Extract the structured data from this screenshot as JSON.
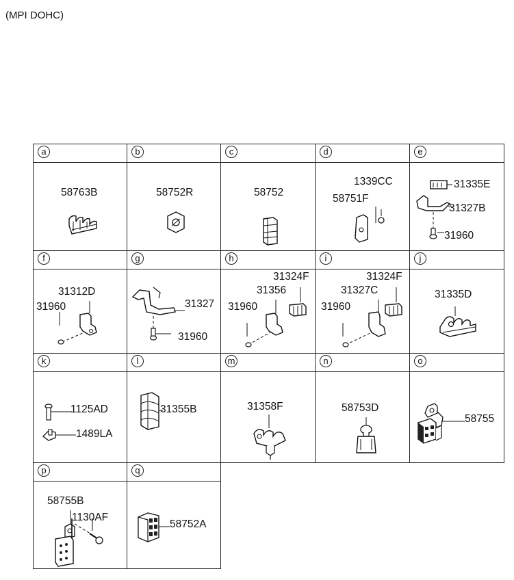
{
  "header": "(MPI DOHC)",
  "cells": [
    {
      "letter": "a",
      "parts": [
        "58763B"
      ]
    },
    {
      "letter": "b",
      "parts": [
        "58752R"
      ]
    },
    {
      "letter": "c",
      "parts": [
        "58752"
      ]
    },
    {
      "letter": "d",
      "parts": [
        "1339CC",
        "58751F"
      ]
    },
    {
      "letter": "e",
      "parts": [
        "31335E",
        "31327B",
        "31960"
      ]
    },
    {
      "letter": "f",
      "parts": [
        "31312D",
        "31960"
      ]
    },
    {
      "letter": "g",
      "parts": [
        "31327",
        "31960"
      ]
    },
    {
      "letter": "h",
      "parts": [
        "31324F",
        "31356",
        "31960"
      ]
    },
    {
      "letter": "i",
      "parts": [
        "31324F",
        "31327C",
        "31960"
      ]
    },
    {
      "letter": "j",
      "parts": [
        "31335D"
      ]
    },
    {
      "letter": "k",
      "parts": [
        "1125AD",
        "1489LA"
      ]
    },
    {
      "letter": "l",
      "parts": [
        "31355B"
      ]
    },
    {
      "letter": "m",
      "parts": [
        "31358F"
      ]
    },
    {
      "letter": "n",
      "parts": [
        "58753D"
      ]
    },
    {
      "letter": "o",
      "parts": [
        "58755"
      ]
    },
    {
      "letter": "p",
      "parts": [
        "58755B",
        "1130AF"
      ]
    },
    {
      "letter": "q",
      "parts": [
        "58752A"
      ]
    }
  ]
}
